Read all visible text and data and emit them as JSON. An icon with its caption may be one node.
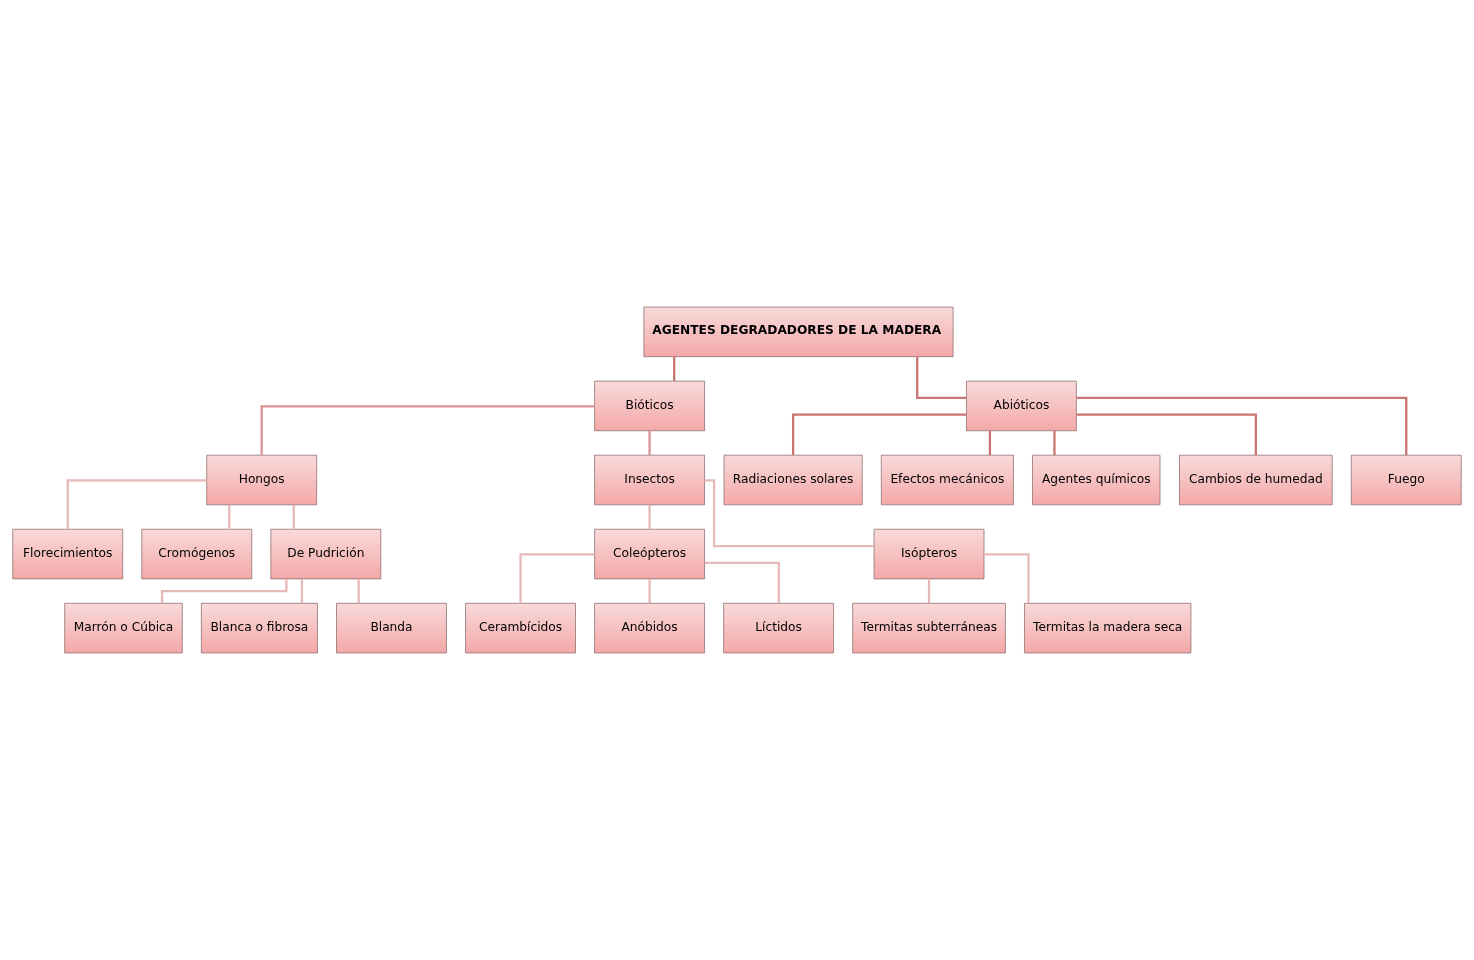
{
  "diagram": {
    "nodes": [
      {
        "text": [
          "AGENTES DEGRADADORES DE LA MADERA"
        ]
      },
      {
        "text": [
          "Bióticos"
        ]
      },
      {
        "text": [
          "Abióticos"
        ]
      },
      {
        "text": [
          "Hongos"
        ]
      },
      {
        "text": [
          "Insectos"
        ]
      },
      {
        "text": [
          "Radiaciones solares"
        ]
      },
      {
        "text": [
          "Florecimientos"
        ]
      },
      {
        "text": [
          "Cromógenos"
        ]
      },
      {
        "text": [
          "De Pudrición"
        ]
      },
      {
        "text": [
          "Coleópteros"
        ]
      },
      {
        "text": [
          "Isópteros"
        ]
      },
      {
        "text": [
          "Efectos mecánicos"
        ]
      },
      {
        "text": [
          "Marrón o Cúbica"
        ]
      },
      {
        "text": [
          "Cerambícidos"
        ]
      },
      {
        "text": [
          "Termitas subterráneas"
        ]
      },
      {
        "text": [
          "Agentes químicos"
        ]
      },
      {
        "text": [
          "Blanca o fibrosa"
        ]
      },
      {
        "text": [
          "Anóbidos"
        ]
      },
      {
        "text": [
          "Termitas la madera seca"
        ]
      },
      {
        "text": [
          "Cambios de humedad"
        ]
      },
      {
        "text": [
          "Blanda"
        ]
      },
      {
        "text": [
          "Líctidos"
        ]
      },
      {
        "text": [
          "Fuego"
        ]
      }
    ],
    "edges": [
      {
        "from": 0,
        "to": 1,
        "arrow": "none",
        "color": "#c97373"
      },
      {
        "from": 0,
        "to": 2,
        "arrow": "none",
        "color": "#c97373"
      },
      {
        "from": 1,
        "to": 3,
        "arrow": "none",
        "color": "#d99494"
      },
      {
        "from": 1,
        "to": 4,
        "arrow": "none",
        "color": "#d99494"
      },
      {
        "from": 2,
        "to": 5,
        "arrow": "none",
        "color": "#c97373"
      },
      {
        "from": 2,
        "to": 11,
        "arrow": "none",
        "color": "#c97373"
      },
      {
        "from": 2,
        "to": 15,
        "arrow": "none",
        "color": "#c97373"
      },
      {
        "from": 2,
        "to": 19,
        "arrow": "none",
        "color": "#c97373"
      },
      {
        "from": 2,
        "to": 22,
        "arrow": "none",
        "color": "#c97373"
      },
      {
        "from": 3,
        "to": 6,
        "arrow": "none"
      },
      {
        "from": 3,
        "to": 7,
        "arrow": "none"
      },
      {
        "from": 3,
        "to": 8,
        "arrow": "none"
      },
      {
        "from": 4,
        "to": 9,
        "arrow": "none"
      },
      {
        "from": 4,
        "to": 10,
        "arrow": "none"
      },
      {
        "from": 8,
        "to": 12,
        "arrow": "none"
      },
      {
        "from": 8,
        "to": 16,
        "arrow": "none"
      },
      {
        "from": 8,
        "to": 20,
        "arrow": "none"
      },
      {
        "from": 9,
        "to": 13,
        "arrow": "none"
      },
      {
        "from": 9,
        "to": 17,
        "arrow": "none"
      },
      {
        "from": 9,
        "to": 21,
        "arrow": "none"
      },
      {
        "from": 10,
        "to": 14,
        "arrow": "none"
      },
      {
        "from": 10,
        "to": 18,
        "arrow": "none"
      }
    ]
  }
}
